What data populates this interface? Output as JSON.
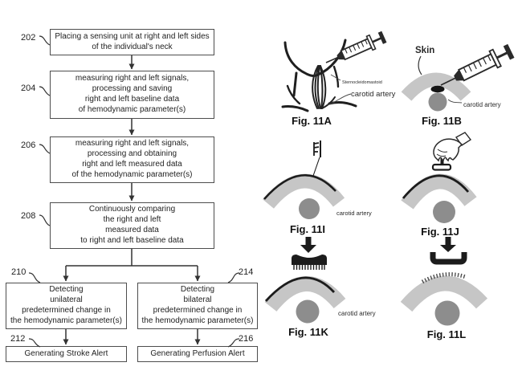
{
  "flowchart": {
    "steps": {
      "s202": {
        "ref": "202",
        "text": "Placing a sensing unit at right and left sides\nof the individual's neck"
      },
      "s204": {
        "ref": "204",
        "text": "measuring right and left signals,\nprocessing and saving\nright and left baseline data\nof hemodynamic parameter(s)"
      },
      "s206": {
        "ref": "206",
        "text": "measuring right and left signals,\nprocessing and obtaining\nright and left measured data\nof the hemodynamic parameter(s)"
      },
      "s208": {
        "ref": "208",
        "text": "Continuously comparing\nthe right and left\nmeasured data\nto right and left baseline data"
      },
      "s210": {
        "ref": "210",
        "text": "Detecting\nunilateral\npredetermined change in\nthe hemodynamic parameter(s)"
      },
      "s214": {
        "ref": "214",
        "text": "Detecting\nbilateral\npredetermined change in\nthe hemodynamic parameter(s)"
      },
      "s212": {
        "ref": "212",
        "text": "Generating Stroke Alert"
      },
      "s216": {
        "ref": "216",
        "text": "Generating Perfusion Alert"
      }
    }
  },
  "figures": {
    "fig11A": {
      "caption": "Fig. 11A",
      "label_muscle": "Sternocleidomastoid",
      "label_artery": "carotid artery"
    },
    "fig11B": {
      "caption": "Fig. 11B",
      "label_skin": "Skin",
      "label_artery": "carotid artery"
    },
    "fig11I": {
      "caption": "Fig. 11I",
      "label_artery": "carotid artery"
    },
    "fig11J": {
      "caption": "Fig. 11J"
    },
    "fig11K": {
      "caption": "Fig. 11K",
      "label_artery": "carotid artery"
    },
    "fig11L": {
      "caption": "Fig. 11L"
    }
  },
  "colors": {
    "box_border": "#4d4d4d",
    "text": "#1f1f1f",
    "connector": "#333333",
    "skin_band_gray": "#c6c6c6",
    "artery_gray": "#8d8d8d",
    "device_black": "#1c1c1c"
  }
}
